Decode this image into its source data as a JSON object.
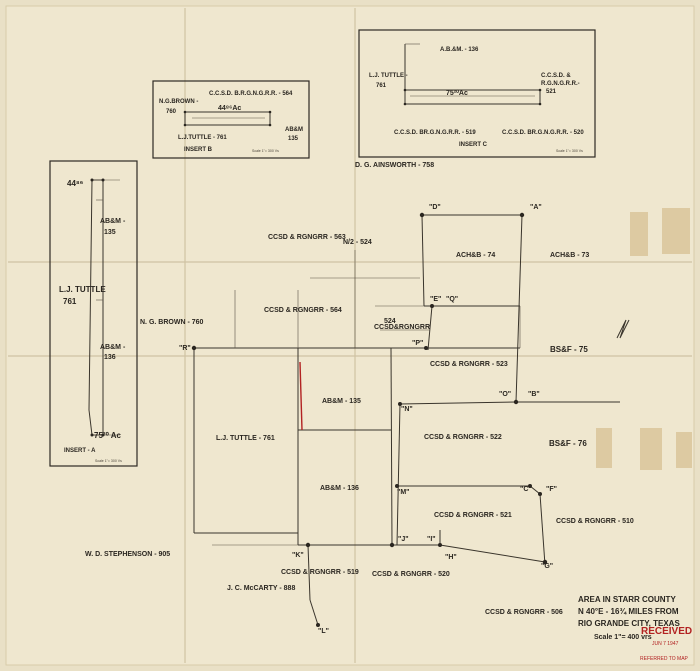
{
  "map": {
    "title": [
      "AREA IN STARR COUNTY",
      "N 40°E - 16¾ MILES FROM",
      "RIO GRANDE CITY, TEXAS"
    ],
    "scale": "Scale 1\"= 400 vrs",
    "stamp": {
      "received": "RECEIVED",
      "date": "JUN 7 1947",
      "note": "REFERRED TO MAP"
    },
    "tract_labels": {
      "ainsworth": "D. G. AINSWORTH - 758",
      "ccsd563": "CCSD & RGNGRR - 563",
      "n524": "N/2 - 524",
      "achb74": "ACH&B - 74",
      "achb73": "ACH&B - 73",
      "ccsd564": "CCSD & RGNGRR - 564",
      "ngbrown760": "N. G. BROWN - 760",
      "ccsd524": "CCSD&RGNGRR",
      "n524b": "524",
      "ccsd523": "CCSD & RGNGRR - 523",
      "bsbf75": "BS&F - 75",
      "abm135": "AB&M - 135",
      "ljtuttle761": "L.J. TUTTLE - 761",
      "ccsd522": "CCSD & RGNGRR - 522",
      "bsbf76": "BS&F - 76",
      "abm136": "AB&M - 136",
      "ccsd521": "CCSD & RGNGRR - 521",
      "ccsd510": "CCSD & RGNGRR - 510",
      "wdstephenson": "W. D. STEPHENSON - 905",
      "jcmccarty": "J. C. McCARTY - 888",
      "ccsd519": "CCSD & RGNGRR - 519",
      "ccsd520": "CCSD & RGNGRR - 520",
      "ccsd506": "CCSD & RGNGRR - 506"
    },
    "points": [
      "\"D\"",
      "\"A\"",
      "\"E\"",
      "\"Q\"",
      "\"P\"",
      "\"R\"",
      "\"N\"",
      "\"O\"",
      "\"B\"",
      "\"M\"",
      "\"C\"",
      "\"F\"",
      "\"J\"",
      "\"I\"",
      "\"H\"",
      "\"K\"",
      "\"G\"",
      "\"L\""
    ],
    "insert_a": {
      "label": "INSERT - A",
      "scale": "Scale 1\"= 300 Vs",
      "acres_top": "44⁸⁶",
      "acres_bottom": "75²⁰ Ac",
      "abm135": "AB&M -",
      "abm135n": "135",
      "tuttle": "L.J. TUTTLE",
      "tuttlen": "761",
      "abm136": "AB&M -",
      "abm136n": "136"
    },
    "insert_b": {
      "label": "INSERT  B",
      "scale": "Scale 1\"= 300 Vs",
      "ccsd564": "C.C.S.D. B.R.G.N.G.R.R. - 564",
      "brown": "N.G.BROWN -",
      "brownn": "760",
      "acres": "44⁸⁶Ac",
      "tuttle": "L.J.TUTTLE - 761",
      "abm135": "AB&M",
      "abm135n": "135"
    },
    "insert_c": {
      "label": "INSERT  C",
      "scale": "Scale 1\"= 300 Vs",
      "abm136": "A.B.&M. - 136",
      "tuttle": "L.J. TUTTLE -",
      "tuttlen": "761",
      "ccsd521a": "C.C.S.D. &",
      "ccsd521b": "R.G.N.G.R.R.-",
      "ccsd521c": "521",
      "acres": "75²⁰Ac",
      "ccsd519": "C.C.S.D. BR.G.N.G.R.R. - 519",
      "ccsd520": "C.C.S.D. BR.G.N.G.R.R. - 520"
    }
  }
}
